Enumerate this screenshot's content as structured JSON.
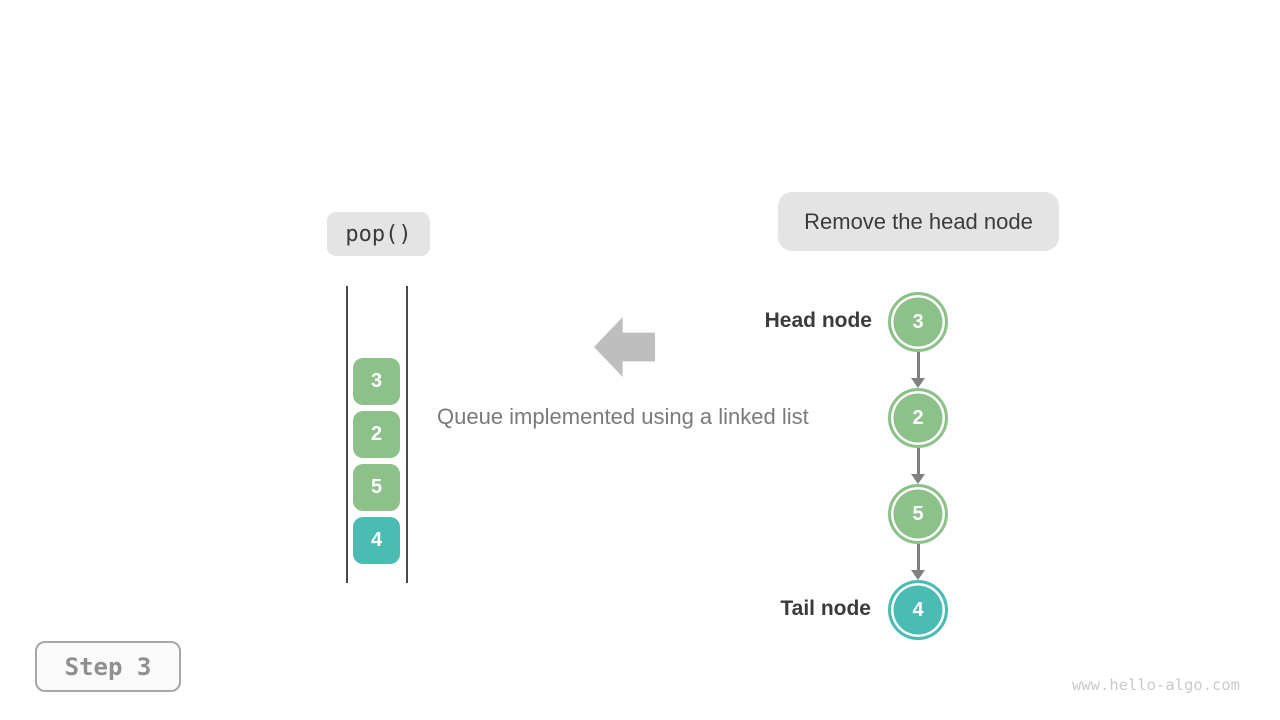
{
  "colors": {
    "green": "#8CC189",
    "teal": "#4BBCB3",
    "label-bg": "#E4E4E4",
    "text-dark": "#3B3B3B",
    "text-gray": "#7A7A7A",
    "arrow-gray": "#808080",
    "big-arrow": "#BEBEBE",
    "wall": "#4A4A4A",
    "step-border": "#A6A6A6",
    "step-text": "#8F8F8F",
    "watermark": "#C9CACB"
  },
  "operation": {
    "label": "pop()"
  },
  "annotation": {
    "label": "Remove the head node"
  },
  "caption": "Queue implemented using a linked list",
  "queue": {
    "items": [
      {
        "value": "3",
        "variant": "green"
      },
      {
        "value": "2",
        "variant": "green"
      },
      {
        "value": "5",
        "variant": "green"
      },
      {
        "value": "4",
        "variant": "teal"
      }
    ]
  },
  "linked_list": {
    "head_label": "Head node",
    "tail_label": "Tail node",
    "nodes": [
      {
        "value": "3",
        "variant": "green"
      },
      {
        "value": "2",
        "variant": "green"
      },
      {
        "value": "5",
        "variant": "green"
      },
      {
        "value": "4",
        "variant": "teal"
      }
    ]
  },
  "step": {
    "label": "Step 3"
  },
  "watermark": "www.hello-algo.com"
}
